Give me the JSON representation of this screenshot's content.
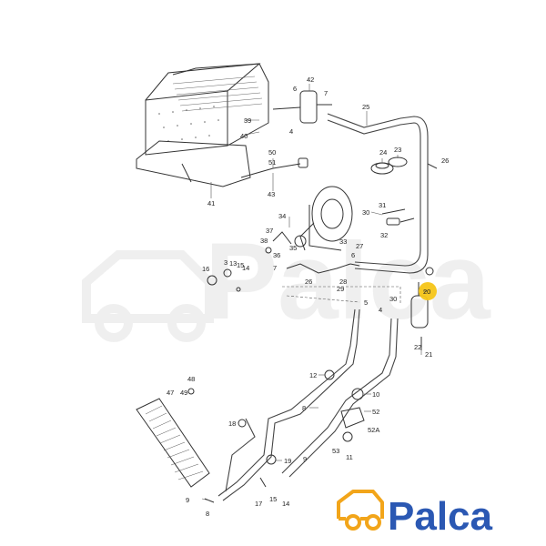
{
  "diagram": {
    "watermark_text": "Palca",
    "logo": {
      "text": "Palca",
      "car_color": "#f2a51a",
      "text_color": "#2b58b3"
    },
    "highlight_color": "#f5c518",
    "highlighted_part": "20",
    "labels": {
      "l42": "42",
      "l6a": "6",
      "l7a": "7",
      "l4a": "4",
      "l39": "39",
      "l40": "40",
      "l25": "25",
      "l24": "24",
      "l23": "23",
      "l26": "26",
      "l50": "50",
      "l51": "51",
      "l43": "43",
      "l41": "41",
      "l30a": "30",
      "l31": "31",
      "l32": "32",
      "l34": "34",
      "l37": "37",
      "l38": "38",
      "l36": "36",
      "l35": "35",
      "l33": "33",
      "l27": "27",
      "l6b": "6",
      "l16": "16",
      "l3": "3",
      "l13": "13",
      "l15a": "15",
      "l14a": "14",
      "l7b": "7",
      "l28": "28",
      "l29": "29",
      "l26b": "26",
      "l5": "5",
      "l30b": "30",
      "l4b": "4",
      "l20": "20",
      "l22": "22",
      "l21": "21",
      "l12": "12",
      "l8a": "8",
      "l10": "10",
      "l52": "52",
      "l52a": "52A",
      "l53": "53",
      "l9a": "9",
      "l11": "11",
      "l48": "48",
      "l47": "47",
      "l49": "49",
      "l18": "18",
      "l19": "19",
      "l9b": "9",
      "l17": "17",
      "l15b": "15",
      "l14b": "14",
      "l8b": "8"
    }
  }
}
